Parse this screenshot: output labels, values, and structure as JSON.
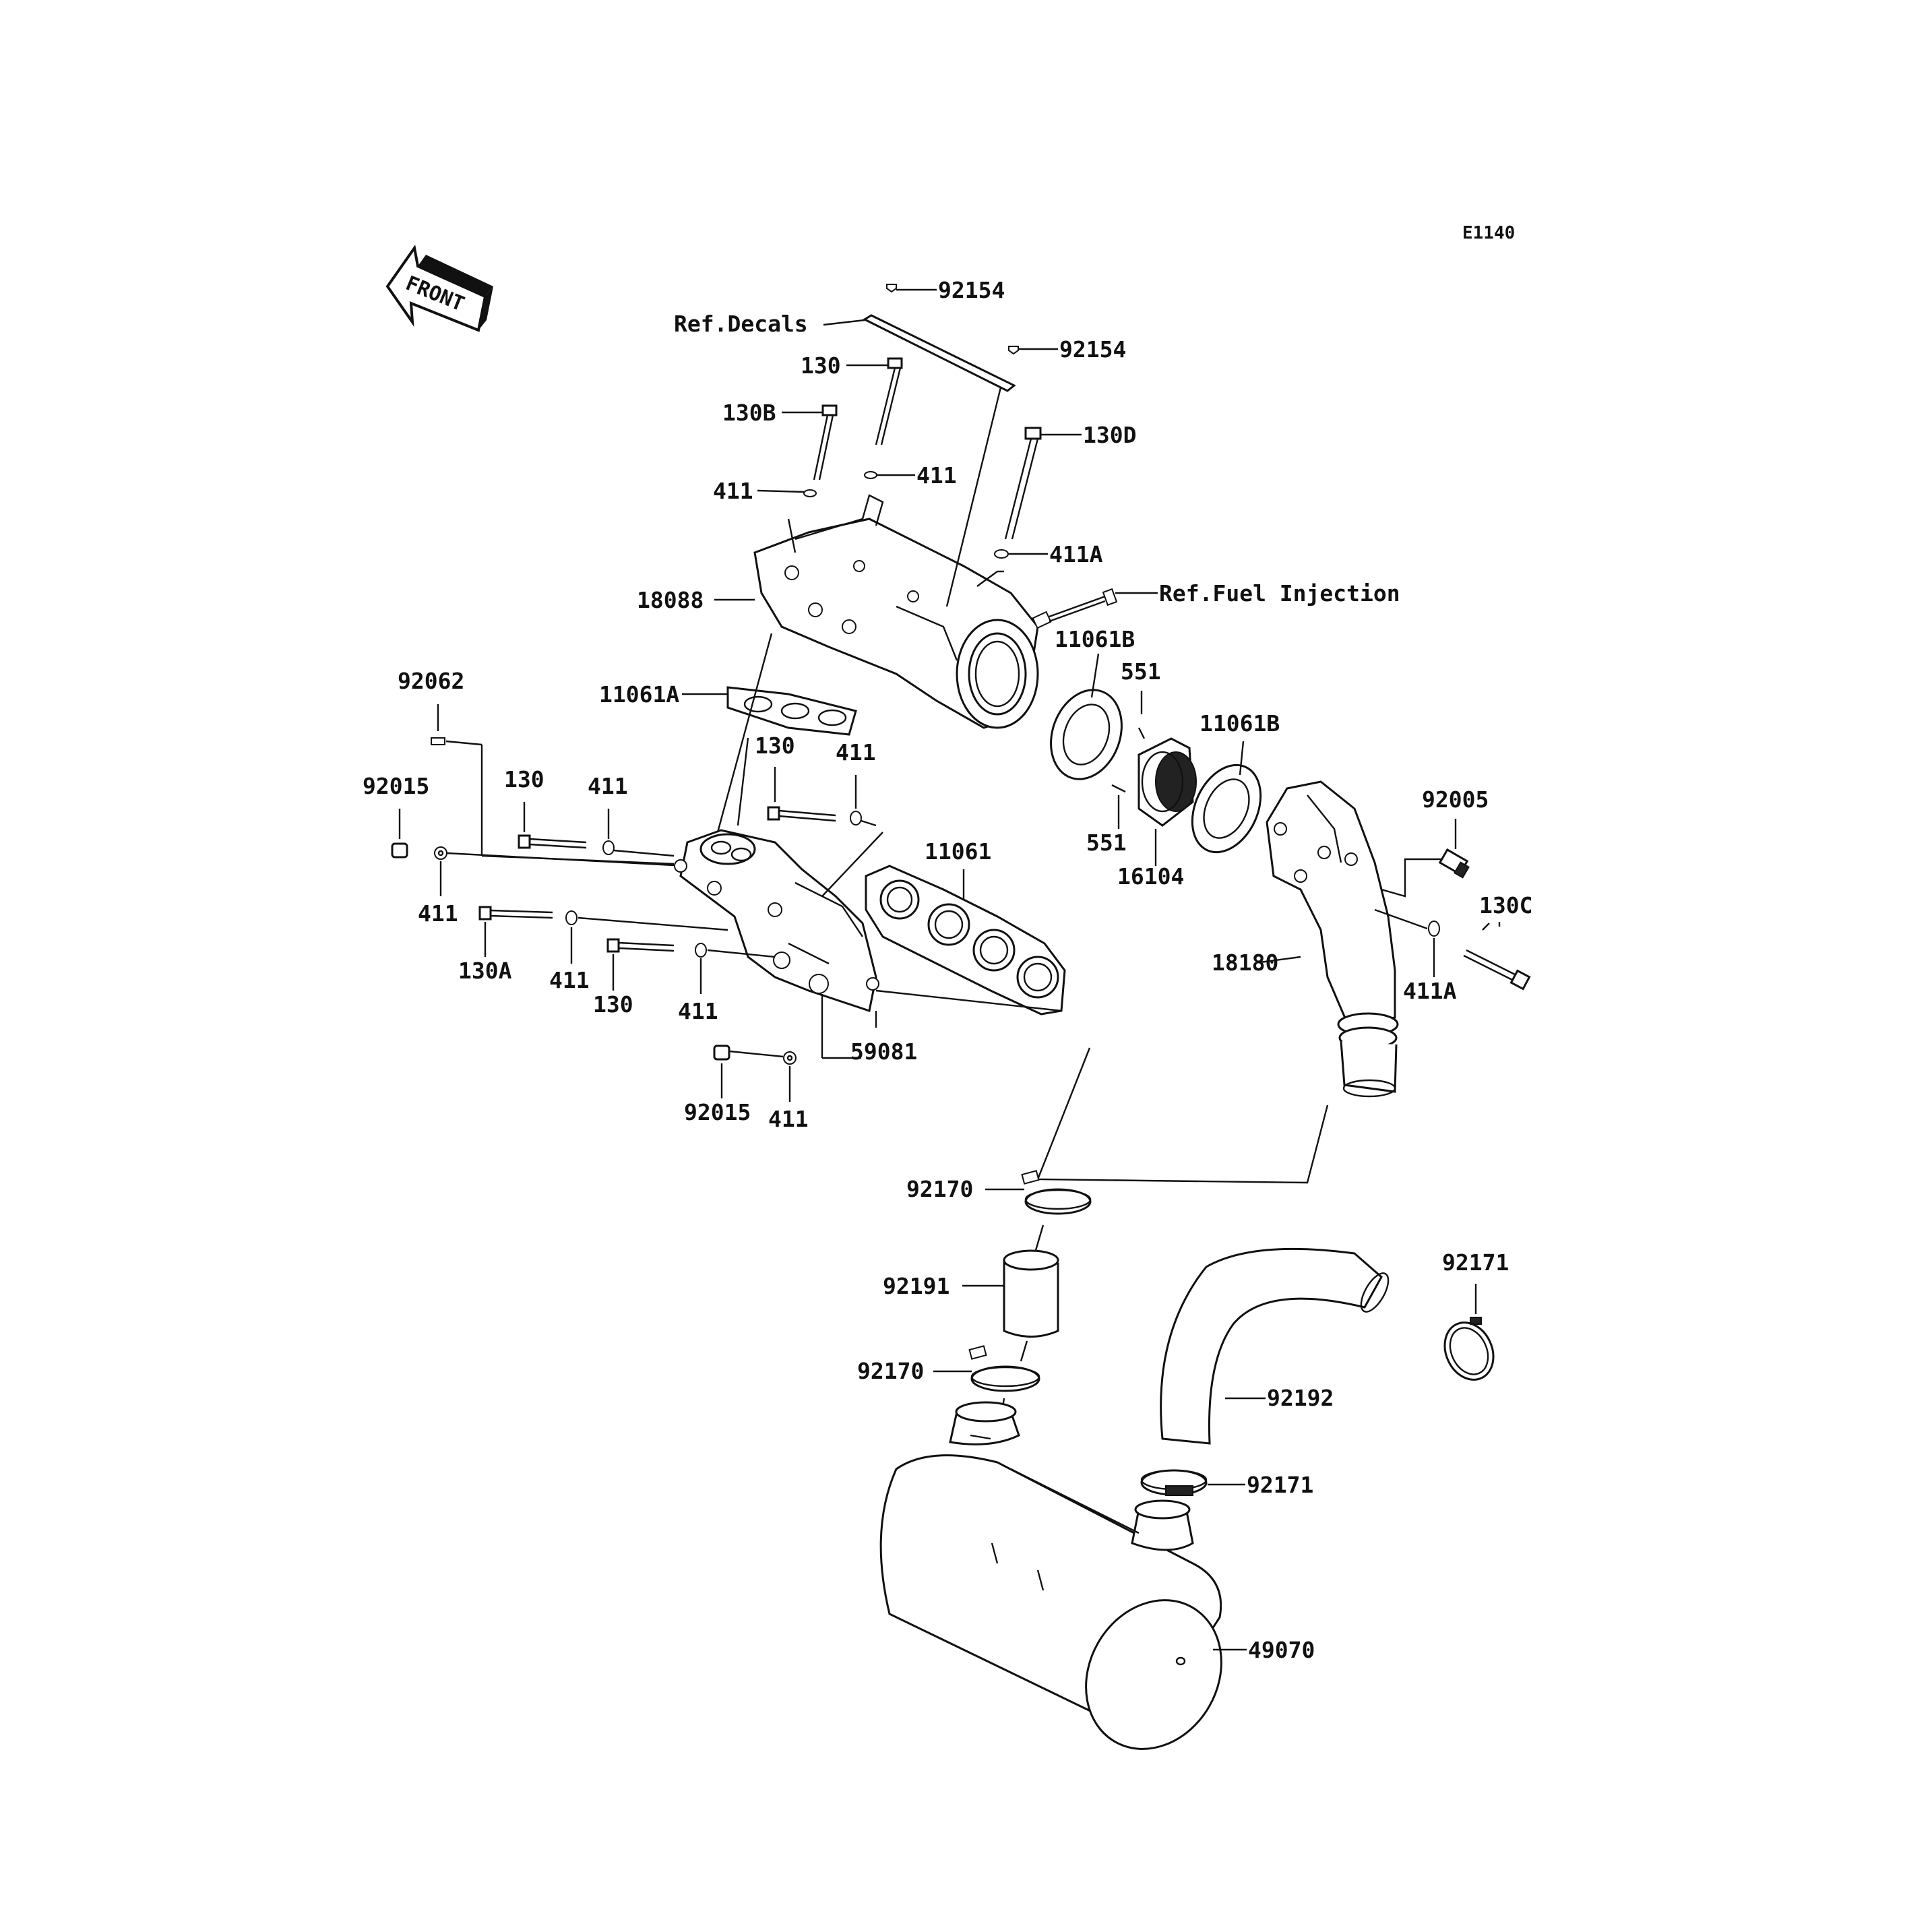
{
  "diagram_code": "E1140",
  "front_arrow": {
    "label": "FRONT",
    "icon": "front-direction-arrow-icon"
  },
  "references": {
    "decals": "Ref.Decals",
    "fuel_injection": "Ref.Fuel Injection"
  },
  "parts": {
    "p92154_top": "92154",
    "p92154_mid": "92154",
    "p130_top": "130",
    "p130B": "130B",
    "p130D": "130D",
    "p411_l": "411",
    "p411_r": "411",
    "p411A_top": "411A",
    "p18088": "18088",
    "p11061B_l": "11061B",
    "p551_top": "551",
    "p11061B_r": "11061B",
    "p11061A": "11061A",
    "p92062": "92062",
    "p130_mid": "130",
    "p411_mid": "411",
    "p92015_l": "92015",
    "p130_l": "130",
    "p411_l2": "411",
    "p11061": "11061",
    "p551_bot": "551",
    "p16104": "16104",
    "p92005": "92005",
    "p130C": "130C",
    "p411_a": "411",
    "p130A": "130A",
    "p411_b": "411",
    "p130_b": "130",
    "p411_c": "411",
    "p59081": "59081",
    "p18180": "18180",
    "p411A_r": "411A",
    "p92015_b": "92015",
    "p411_d": "411",
    "p92170_top": "92170",
    "p92191": "92191",
    "p92171_top": "92171",
    "p92170_bot": "92170",
    "p92192": "92192",
    "p92171_bot": "92171",
    "p49070": "49070"
  }
}
